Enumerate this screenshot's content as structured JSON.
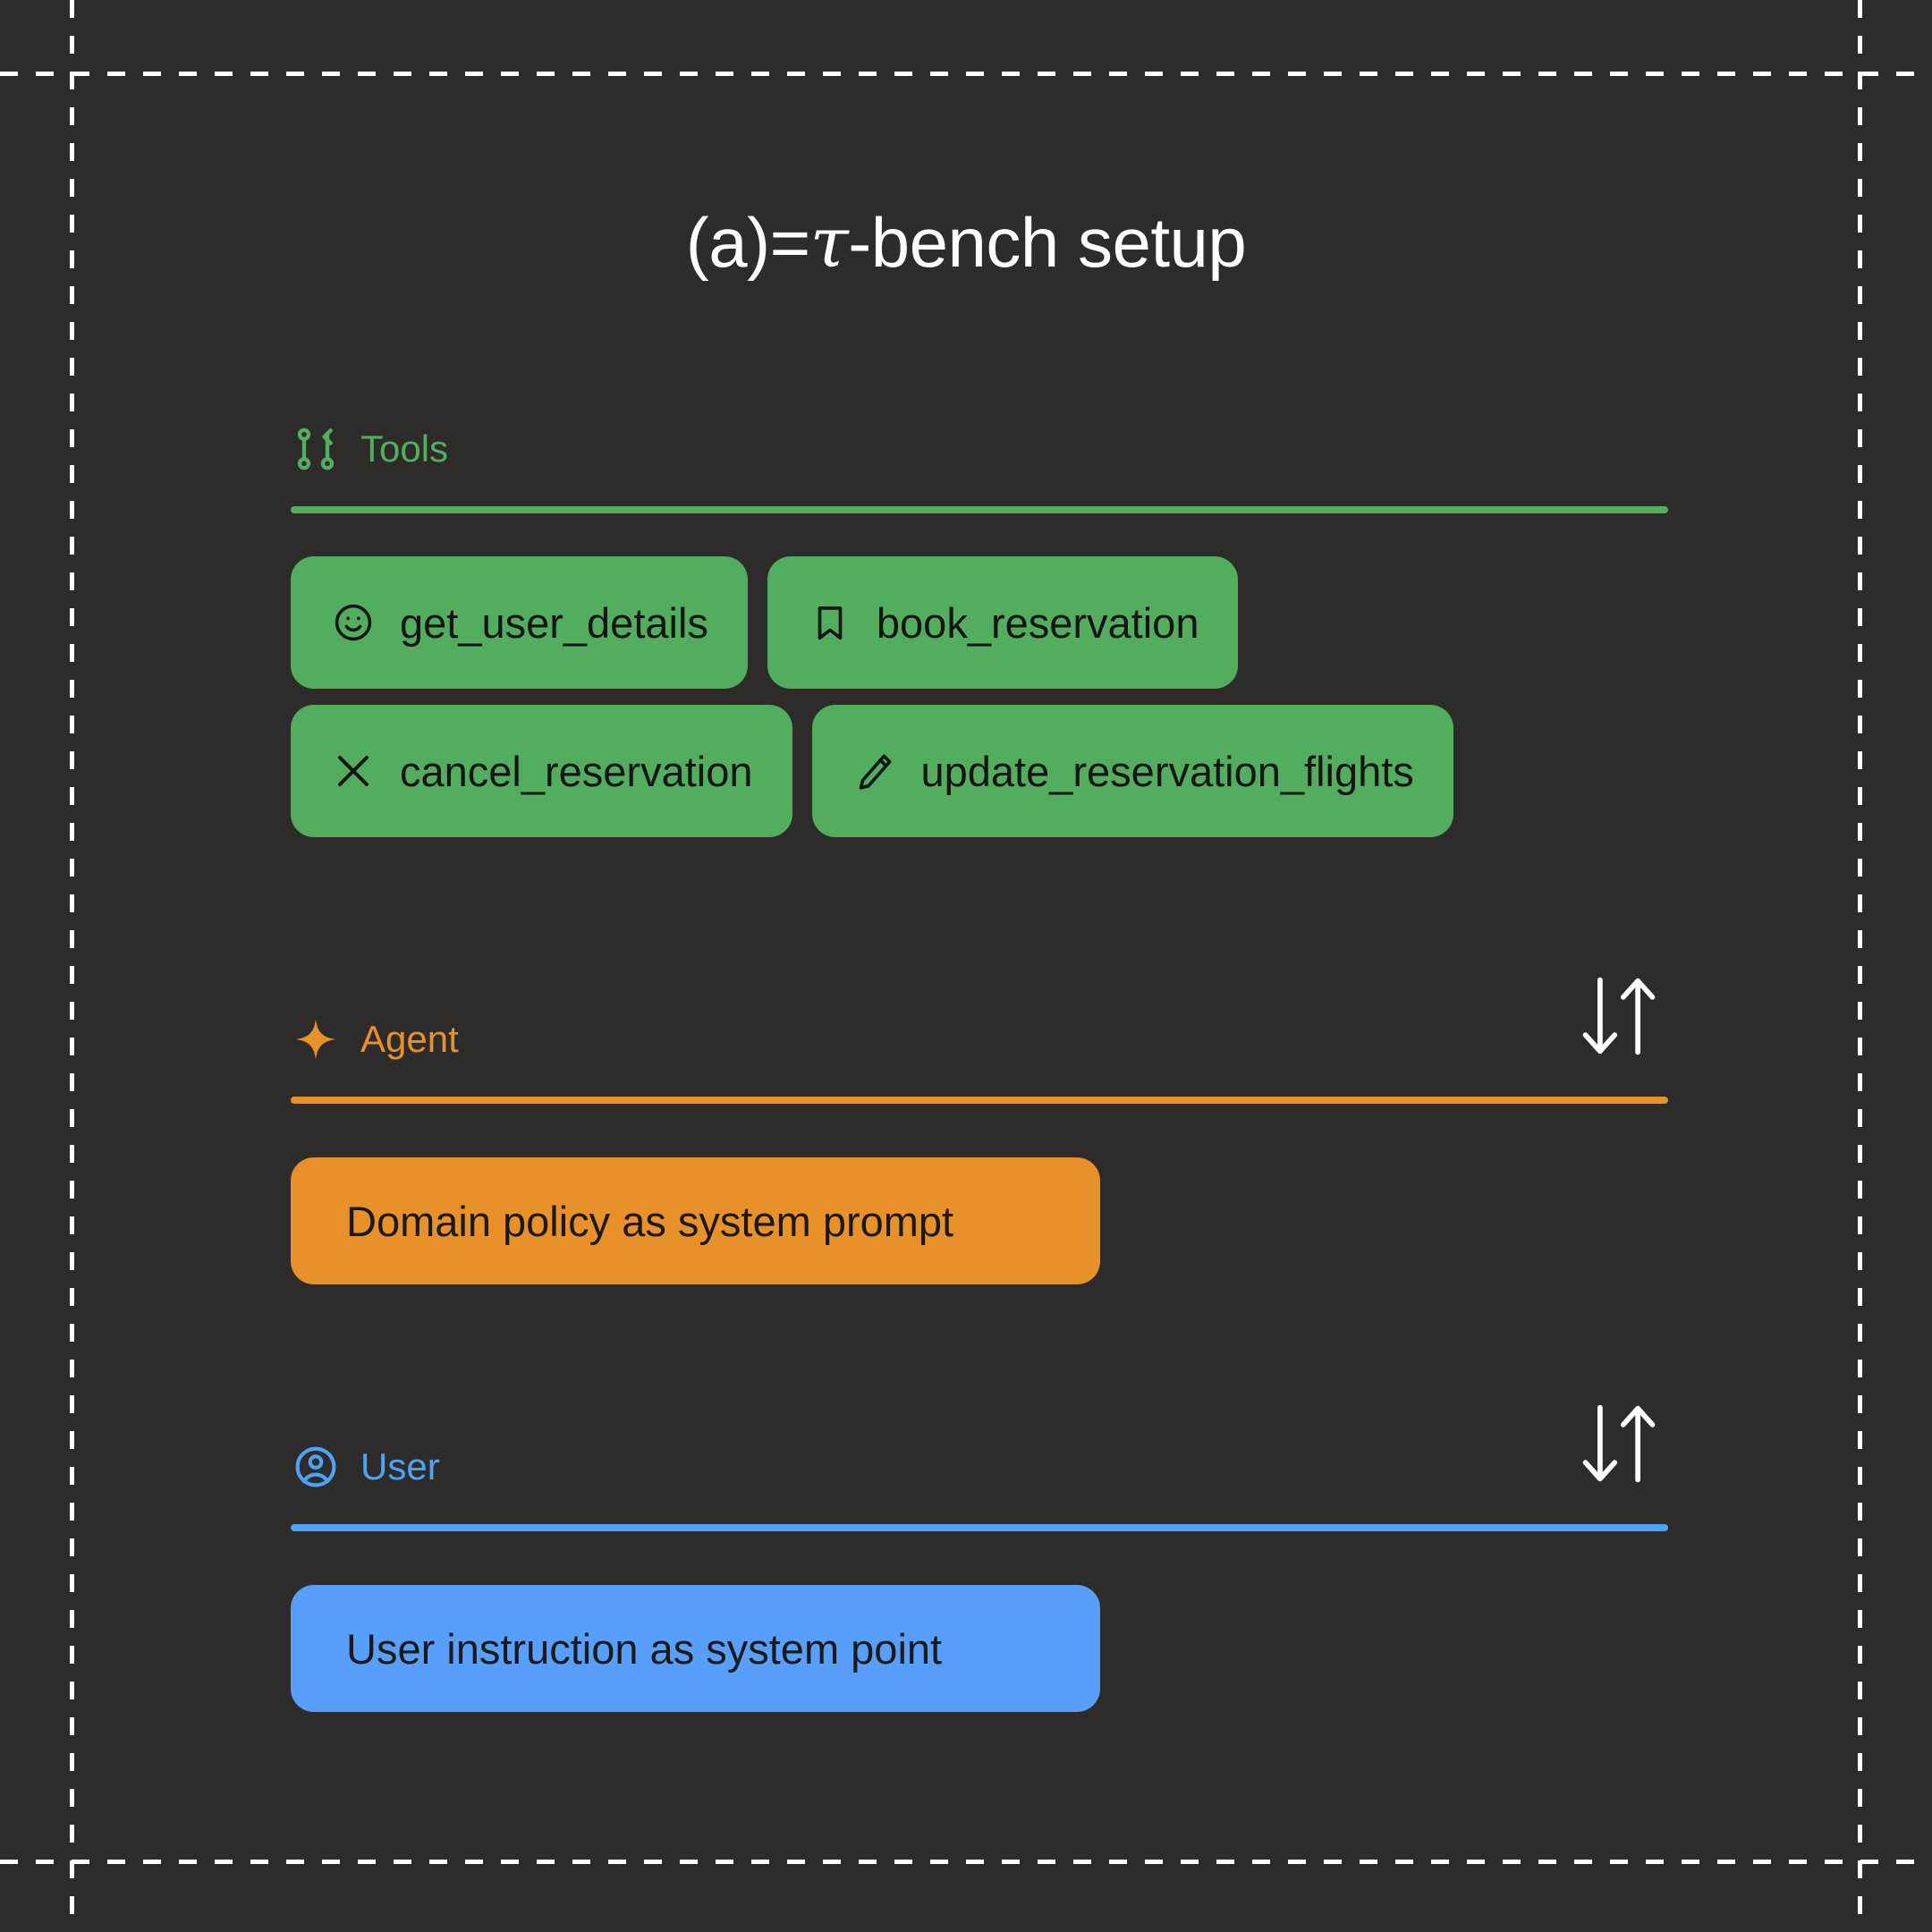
{
  "title": {
    "prefix": "(a)=",
    "tau": "τ",
    "suffix": "-bench setup"
  },
  "colors": {
    "background": "#2d2c2a",
    "tools_green": "#52ae5e",
    "agent_orange": "#e8902a",
    "user_blue": "#4da3f7",
    "user_block_blue": "#589efb",
    "text_light": "#ffffff",
    "text_dark": "#1a1a1a",
    "crop_line": "#ffffff"
  },
  "sections": {
    "tools": {
      "label": "Tools",
      "icon": "git-pull-request-icon",
      "pills": [
        {
          "label": "get_user_details",
          "icon": "smiley-face-icon"
        },
        {
          "label": "book_reservation",
          "icon": "bookmark-icon"
        },
        {
          "label": "cancel_reservation",
          "icon": "close-x-icon"
        },
        {
          "label": "update_reservation_flights",
          "icon": "pencil-edit-icon"
        }
      ]
    },
    "agent": {
      "label": "Agent",
      "icon": "sparkle-star-icon",
      "exchange_icon": "down-up-arrows-icon",
      "block": "Domain policy as system prompt"
    },
    "user": {
      "label": "User",
      "icon": "account-circle-icon",
      "exchange_icon": "down-up-arrows-icon",
      "block": "User instruction as system point"
    }
  }
}
